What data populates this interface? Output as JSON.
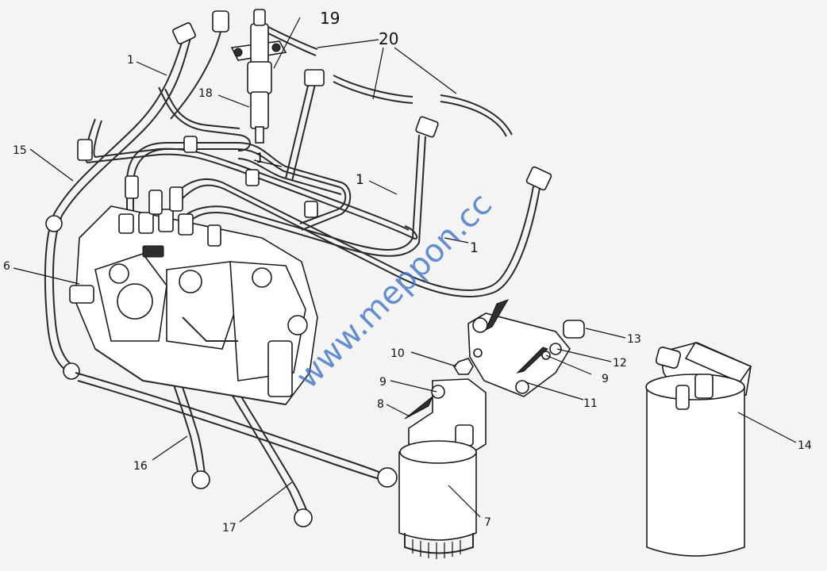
{
  "watermark": "www.meppon.cc",
  "callouts": {
    "c1a": "1",
    "c1b": "1",
    "c1c": "1",
    "c1d": "1",
    "c6": "6",
    "c7": "7",
    "c8": "8",
    "c9a": "9",
    "c9b": "9",
    "c10": "10",
    "c11": "11",
    "c12": "12",
    "c13": "13",
    "c14": "14",
    "c15": "15",
    "c16": "16",
    "c17": "17",
    "c18": "18",
    "c19": "19",
    "c20": "20"
  }
}
